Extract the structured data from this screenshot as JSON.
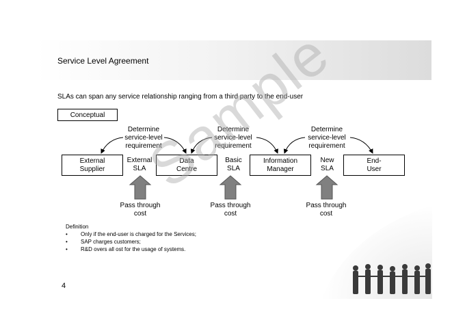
{
  "header": {
    "title": "Service Level Agreement"
  },
  "subtitle": "SLAs can span any service relationship ranging from a third party to the end-user",
  "conceptual_label": "Conceptual",
  "diagram": {
    "nodes": [
      {
        "id": "external-supplier",
        "label": "External\nSupplier"
      },
      {
        "id": "data-centre",
        "label": "Data\nCentre"
      },
      {
        "id": "information-manager",
        "label": "Information\nManager"
      },
      {
        "id": "end-user",
        "label": "End-\nUser"
      }
    ],
    "sla_labels": [
      "External\nSLA",
      "Basic\nSLA",
      "New\nSLA"
    ],
    "determine_labels": [
      "Determine\nservice-level\nrequirement",
      "Determine\nservice-level\nrequirement",
      "Determine\nservice-level\nrequirement"
    ],
    "pass_labels": [
      "Pass through\ncost",
      "Pass through\ncost",
      "Pass through\ncost"
    ]
  },
  "definition": {
    "heading": "Definition",
    "items": [
      "Only if the end-user is charged for the Services;",
      "SAP charges customers;",
      "R&D overs all ost for the usage of systems."
    ]
  },
  "page_number": "4",
  "watermark": "Sample",
  "colors": {
    "arrow_fill": "#808080",
    "watermark": "#aaaaaa"
  }
}
